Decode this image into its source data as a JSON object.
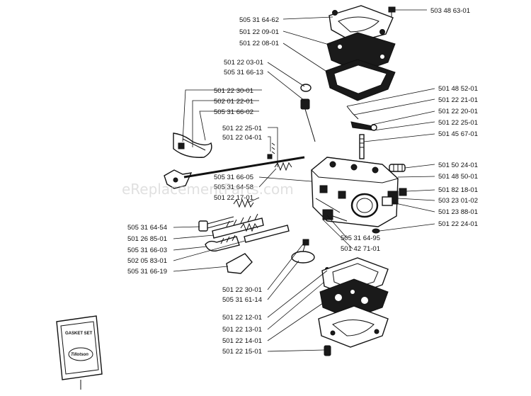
{
  "watermark": "eReplacementParts.com",
  "gasket_kit": {
    "title": "GASKET SET",
    "logo": "Tillotson"
  },
  "part_labels": [
    "505 31 64-62",
    "501 22 09-01",
    "501 22 08-01",
    "503 48 63-01",
    "501 22 03-01",
    "505 31 66-13",
    "501 22 30-01",
    "502 01 22-01",
    "505 31 66-02",
    "501 22 25-01",
    "501 22 04-01",
    "501 48 52-01",
    "501 22 21-01",
    "501 22 20-01",
    "501 22 25-01",
    "501 45 67-01",
    "505 31 66-05",
    "505 31 64-58",
    "501 22 17-01",
    "501 50 24-01",
    "501 48 50-01",
    "501 82 18-01",
    "503 23 01-02",
    "501 23 88-01",
    "501 22 24-01",
    "505 31 64-54",
    "501 26 85-01",
    "505 31 66-03",
    "502 05 83-01",
    "505 31 66-19",
    "505 31 64-95",
    "501 42 71-01",
    "501 22 30-01",
    "505 31 61-14",
    "501 22 12-01",
    "501 22 13-01",
    "501 22 14-01",
    "501 22 15-01"
  ]
}
